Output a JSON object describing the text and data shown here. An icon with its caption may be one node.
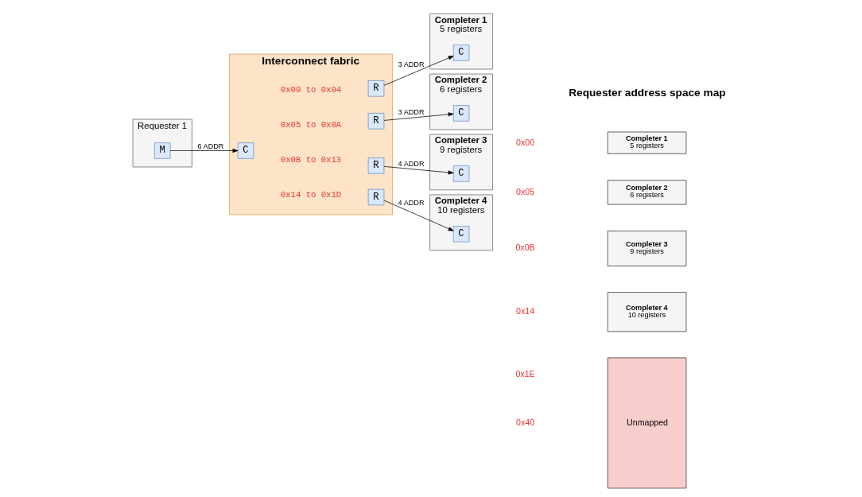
{
  "diagram": {
    "nodes": [
      {
        "text": [
          "Requester 1"
        ]
      },
      {
        "text": [
          "M"
        ],
        "in": 0
      },
      {
        "text": [
          "Interconnect fabric"
        ]
      },
      {
        "text": [
          "C"
        ],
        "in": 2
      },
      {
        "text": [
          "R"
        ],
        "in": 2
      },
      {
        "text": [
          "R"
        ],
        "in": 2
      },
      {
        "text": [
          "R"
        ],
        "in": 2
      },
      {
        "text": [
          "R"
        ],
        "in": 2
      },
      {
        "text": [
          "Completer 1",
          "5 registers"
        ]
      },
      {
        "text": [
          "C"
        ],
        "in": 8
      },
      {
        "text": [
          "Completer 2",
          "6 registers"
        ]
      },
      {
        "text": [
          "C"
        ],
        "in": 10
      },
      {
        "text": [
          "Completer 3",
          "9 registers"
        ]
      },
      {
        "text": [
          "C"
        ],
        "in": 12
      },
      {
        "text": [
          "Completer 4",
          "10 registers"
        ]
      },
      {
        "text": [
          "C"
        ],
        "in": 14
      },
      {
        "text": [
          "Completer 1",
          "5 registers"
        ]
      },
      {
        "text": [
          "Completer 2",
          "6 registers"
        ]
      },
      {
        "text": [
          "Completer 3",
          "9 registers"
        ]
      },
      {
        "text": [
          "Completer 4",
          "10 registers"
        ]
      },
      {
        "text": [
          "Unmapped"
        ]
      }
    ],
    "edges": [
      {
        "from": 1,
        "to": 3,
        "arrow": "to",
        "label": "6 ADDR"
      },
      {
        "from": 4,
        "to": 9,
        "arrow": "to",
        "label": "3 ADDR"
      },
      {
        "from": 5,
        "to": 11,
        "arrow": "to",
        "label": "3 ADDR"
      },
      {
        "from": 6,
        "to": 13,
        "arrow": "to",
        "label": "4 ADDR"
      },
      {
        "from": 7,
        "to": 15,
        "arrow": "to",
        "label": "4 ADDR"
      }
    ],
    "labels": [
      "0x00 to 0x04",
      "0x05 to 0x0A",
      "0x0B to 0x13",
      "0x14 to 0x1D",
      "Requester address space map",
      "0x00",
      "0x05",
      "0x0B",
      "0x14",
      "0x1E",
      "0x40"
    ]
  }
}
